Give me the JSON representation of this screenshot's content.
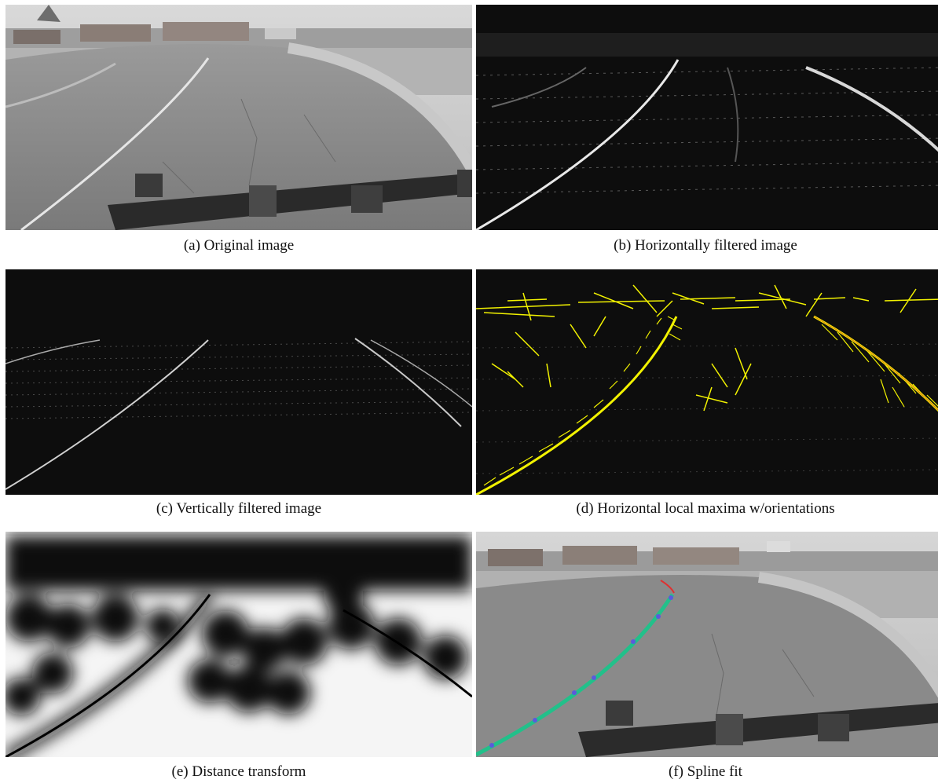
{
  "panels": {
    "a": {
      "caption": "(a) Original image"
    },
    "b": {
      "caption": "(b) Horizontally filtered image"
    },
    "c": {
      "caption": "(c) Vertically filtered image"
    },
    "d": {
      "caption": "(d) Horizontal local maxima w/orientations"
    },
    "e": {
      "caption": "(e) Distance transform"
    },
    "f": {
      "caption": "(f) Spline fit"
    }
  },
  "colors": {
    "road_gray": "#8a8a8a",
    "filter_bg": "#0d0d0d",
    "maxima_yellow": "#f2f200",
    "spline_green": "#22c08a",
    "control_point_blue": "#5a5adc",
    "spline_red": "#e03030"
  }
}
